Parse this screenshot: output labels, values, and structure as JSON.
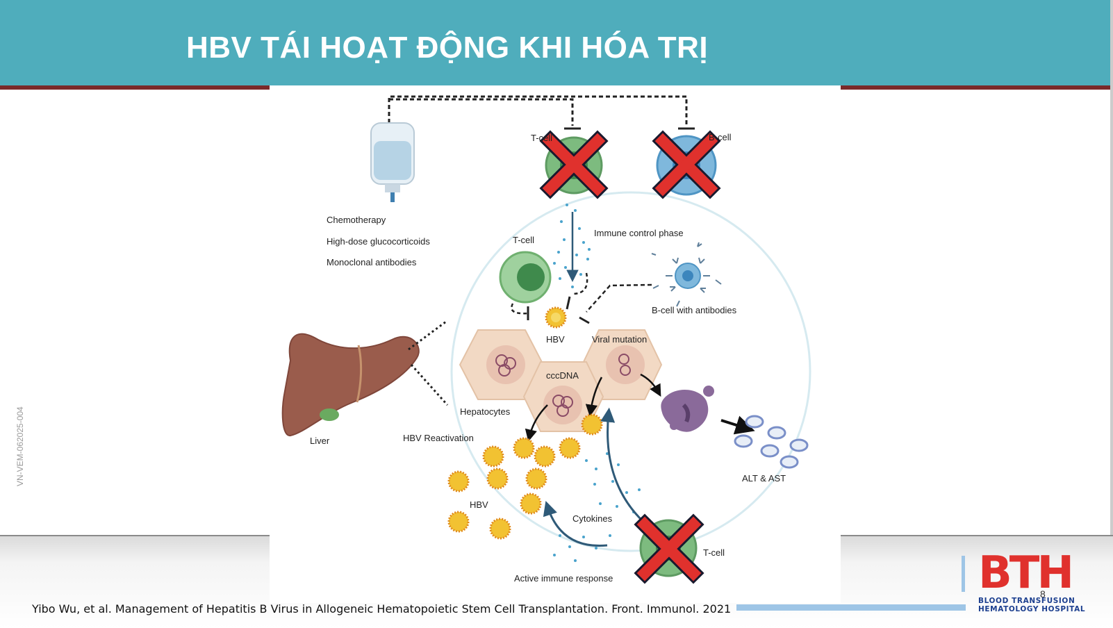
{
  "slide": {
    "title": "HBV TÁI HOẠT ĐỘNG KHI HÓA TRỊ",
    "side_code": "VN-VEM-062025-004",
    "citation": "Yibo Wu, et al. Management of Hepatitis B Virus in Allogeneic Hematopoietic Stem Cell Transplantation. Front. Immunol. 2021",
    "page_number": "8",
    "colors": {
      "header": "#4fadbc",
      "header_line": "#7a2a2a",
      "logo_red": "#e0312d",
      "logo_blue": "#1c3f8f"
    }
  },
  "logo": {
    "mark": "BTH",
    "line1": "BLOOD TRANSFUSION",
    "line2": "HEMATOLOGY HOSPITAL"
  },
  "diagram": {
    "drugs": [
      "Chemotherapy",
      "High-dose glucocorticoids",
      "Monoclonal antibodies"
    ],
    "tcell_top": "T-cell",
    "bcell_top": "B-cell",
    "immune_control": "Immune control phase",
    "tcell_mid": "T-cell",
    "bcell_antibodies": "B-cell with antibodies",
    "hbv_top": "HBV",
    "viral_mutation": "Viral mutation",
    "cccdna": "cccDNA",
    "hepatocytes": "Hepatocytes",
    "liver": "Liver",
    "hbv_reactivation": "HBV Reactivation",
    "hbv_bottom": "HBV",
    "cytokines": "Cytokines",
    "tcell_bottom": "T-cell",
    "active_response": "Active immune response",
    "alt_ast": "ALT & AST",
    "colors": {
      "cross": "#e0312d",
      "tcell": "#7dbb7f",
      "bcell": "#7fb8dc",
      "liver": "#9a5c4c",
      "hepatocyte": "#f2d9c4",
      "virus": "#f2c232",
      "arrow": "#2f5a78"
    }
  }
}
